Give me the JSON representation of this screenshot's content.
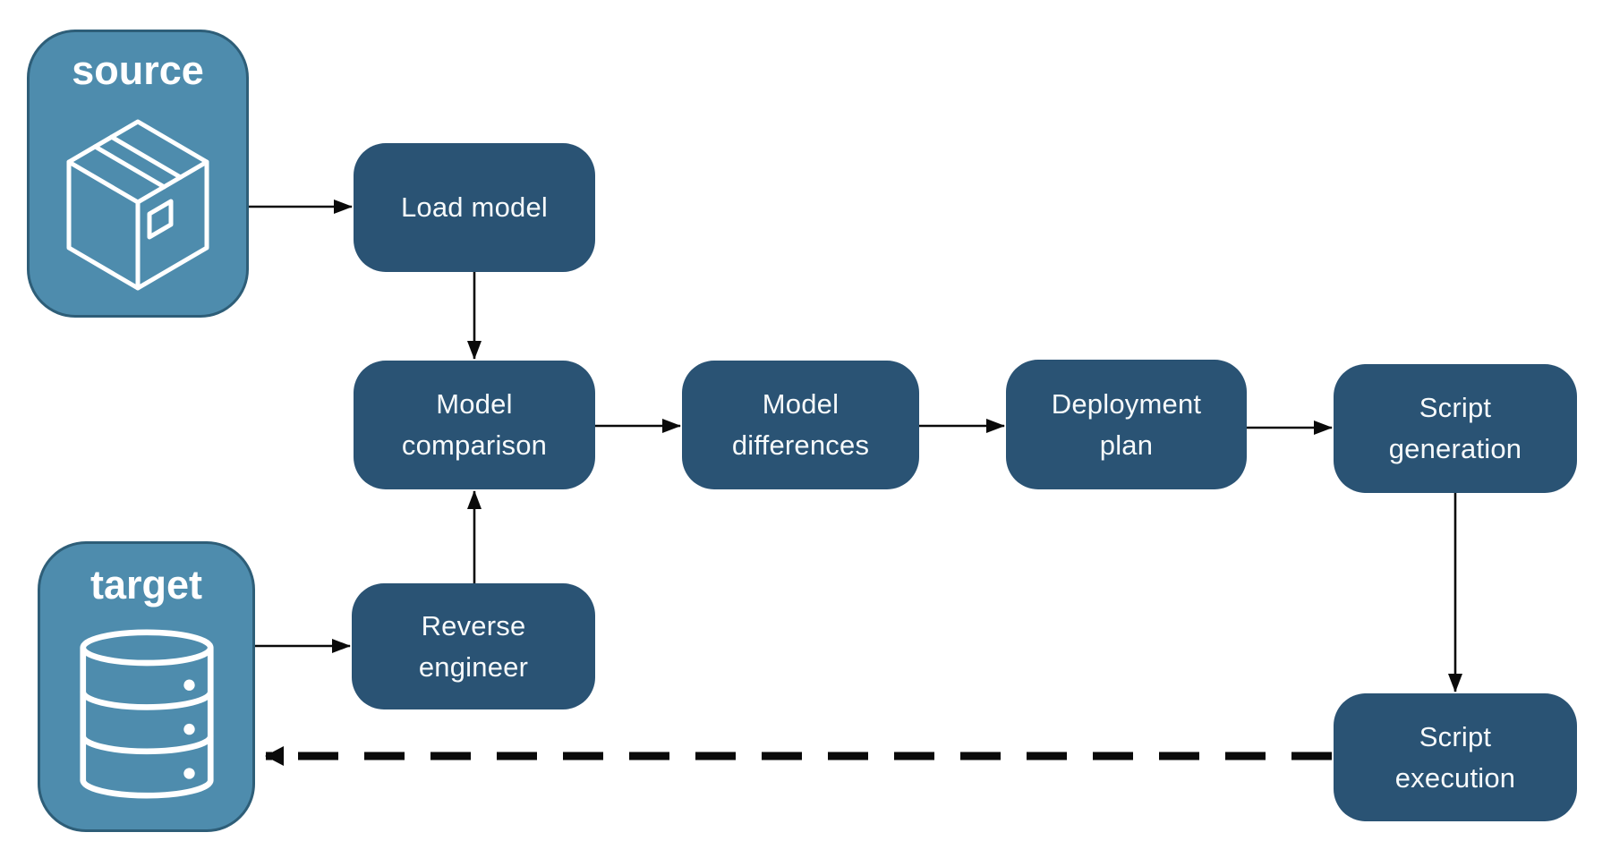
{
  "colors": {
    "node_fill_dark": "#2A5374",
    "node_text": "#F7FAFB",
    "endpoint_fill": "#4E8CAD",
    "endpoint_border": "#2E5E78",
    "arrow": "#0A0A0A",
    "canvas_bg": "#FFFFFF"
  },
  "nodes": {
    "source": {
      "label": "source",
      "icon": "package-icon"
    },
    "target": {
      "label": "target",
      "icon": "database-icon"
    },
    "load_model": {
      "label": "Load model"
    },
    "model_comparison": {
      "label": "Model comparison"
    },
    "model_differences": {
      "label": "Model differences"
    },
    "deployment_plan": {
      "label": "Deployment plan"
    },
    "script_generation": {
      "label": "Script generation"
    },
    "reverse_engineer": {
      "label": "Reverse engineer"
    },
    "script_execution": {
      "label": "Script execution"
    }
  },
  "edges": [
    {
      "from": "source",
      "to": "load_model",
      "style": "solid"
    },
    {
      "from": "load_model",
      "to": "model_comparison",
      "style": "solid"
    },
    {
      "from": "target",
      "to": "reverse_engineer",
      "style": "solid"
    },
    {
      "from": "reverse_engineer",
      "to": "model_comparison",
      "style": "solid"
    },
    {
      "from": "model_comparison",
      "to": "model_differences",
      "style": "solid"
    },
    {
      "from": "model_differences",
      "to": "deployment_plan",
      "style": "solid"
    },
    {
      "from": "deployment_plan",
      "to": "script_generation",
      "style": "solid"
    },
    {
      "from": "script_generation",
      "to": "script_execution",
      "style": "solid"
    },
    {
      "from": "script_execution",
      "to": "target",
      "style": "dashed"
    }
  ]
}
